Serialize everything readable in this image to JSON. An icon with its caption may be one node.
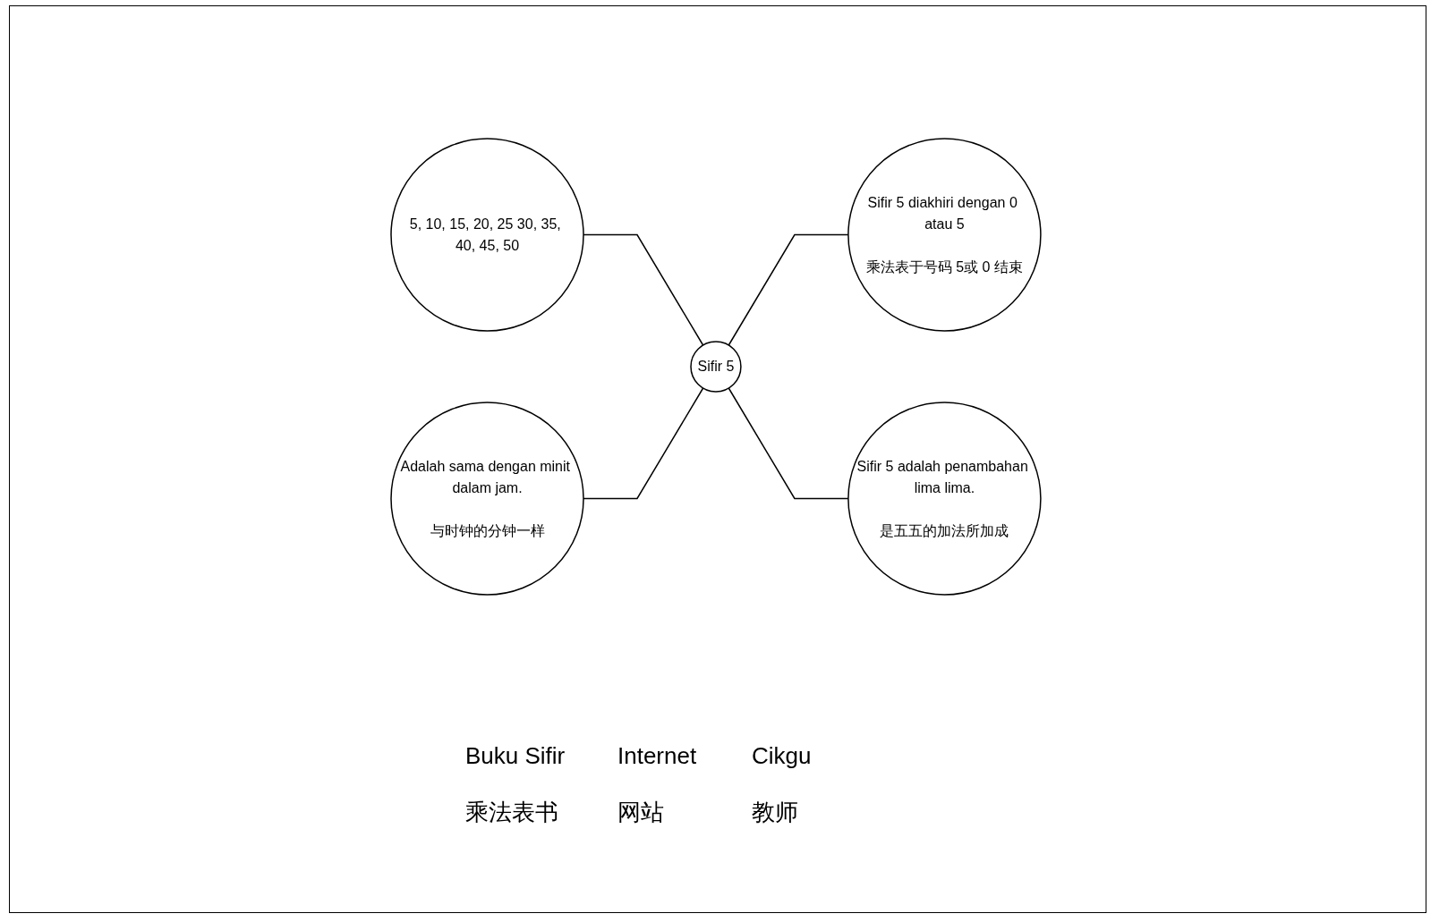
{
  "diagram": {
    "nodes": [
      {
        "text": [
          "5, 10, 15, 20, 25 30, 35, 40, 45, 50"
        ]
      },
      {
        "text": [
          "Sifir 5 diakhiri dengan 0 atau 5",
          "乘法表于号码 5或 0 结束"
        ]
      },
      {
        "text": [
          "Sifir 5"
        ]
      },
      {
        "text": [
          "Adalah sama dengan minit dalam jam.",
          "与时钟的分钟一样"
        ]
      },
      {
        "text": [
          "Sifir 5 adalah penambahan lima lima.",
          "是五五的加法所加成"
        ]
      }
    ],
    "edges": [
      {
        "from": 0,
        "to": 2,
        "arrow": "none"
      },
      {
        "from": 3,
        "to": 2,
        "arrow": "none"
      },
      {
        "from": 2,
        "to": 1,
        "arrow": "none"
      },
      {
        "from": 2,
        "to": 4,
        "arrow": "none"
      }
    ],
    "labels": [
      "Buku Sifir",
      "Internet",
      "Cikgu",
      "乘法表书",
      "网站",
      "教师"
    ]
  }
}
